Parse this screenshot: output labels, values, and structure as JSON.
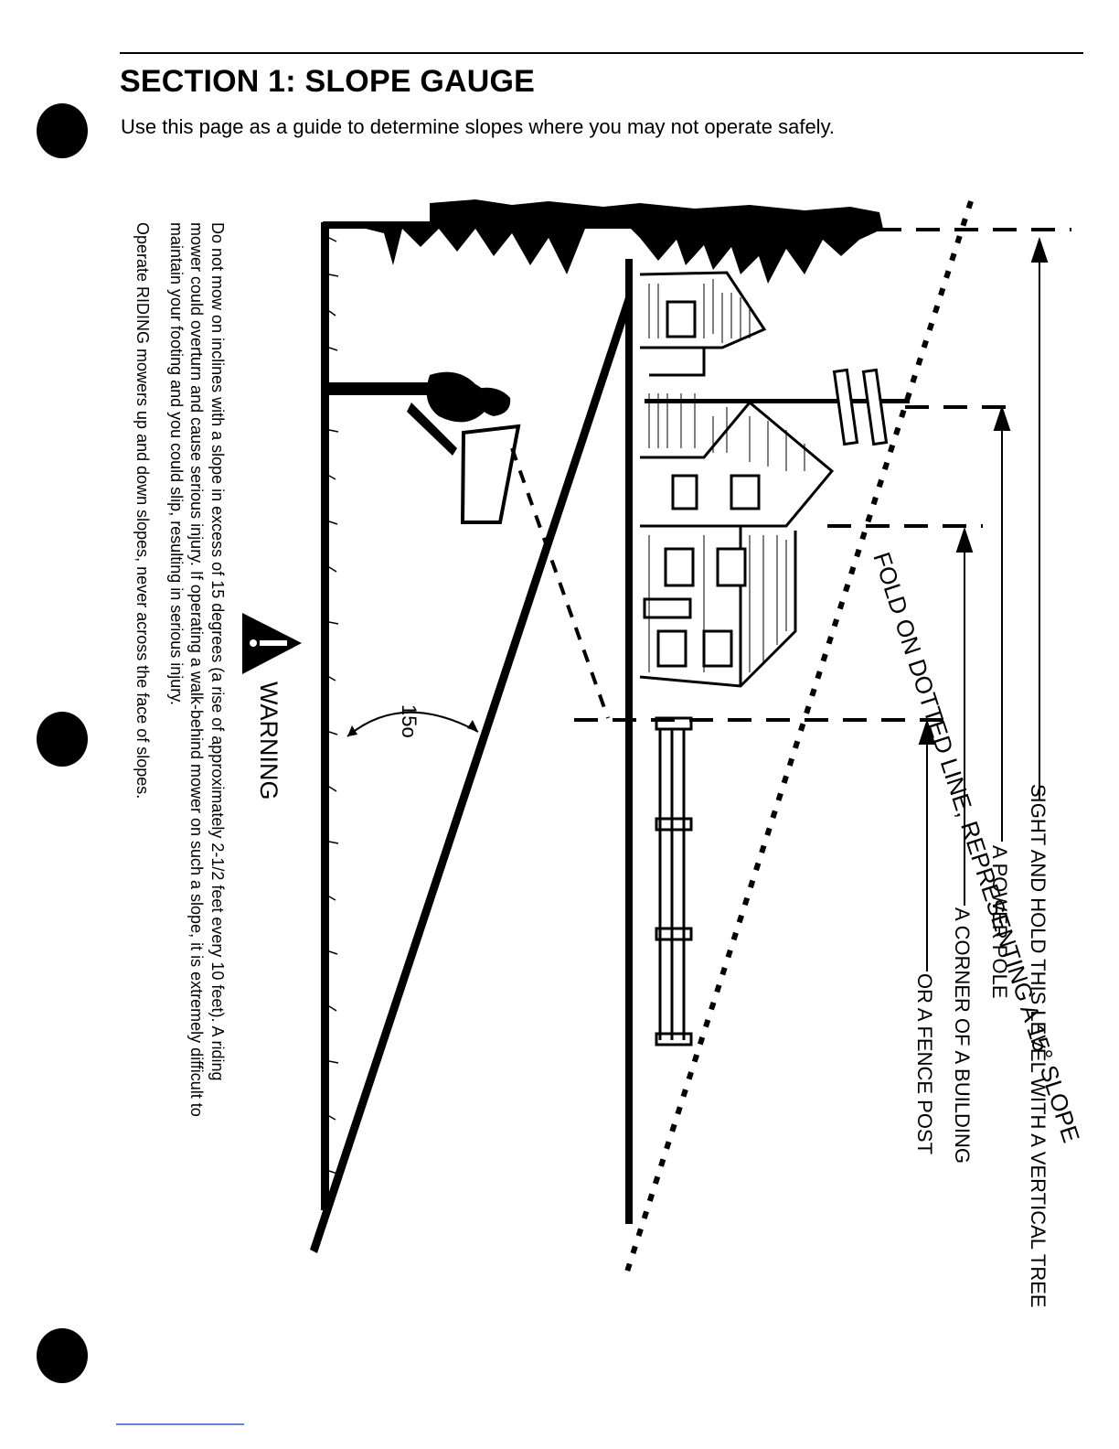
{
  "header": {
    "title": "SECTION 1:  SLOPE GAUGE",
    "subtitle": "Use this page as a guide to determine slopes where you may not operate safely."
  },
  "warning": {
    "label": "WARNING",
    "paragraph_1_line_1": "Do not mow on inclines with a slope in excess of 15 degrees (a rise of approximately 2-1/2 feet every 10 feet).  A riding",
    "paragraph_1_line_2": "mower could overturn and cause serious injury. If operating a walk-behind mower on such a slope, it is extremely difficult to",
    "paragraph_1_line_3": "maintain your footing and you could slip, resulting in serious injury.",
    "paragraph_2": "Operate RIDING mowers up and down slopes, never across the face of slopes."
  },
  "illustration": {
    "angle_label": "15o",
    "fold_label": "FOLD ON DOTTED LINE, REPRESENTING A 15° SLOPE",
    "sight_instructions": {
      "line_1": "SIGHT AND HOLD THIS LEVEL WITH A VERTICAL TREE",
      "line_2": "A POWER POLE",
      "line_3": "A CORNER OF A BUILDING",
      "line_4": "OR A FENCE POST"
    }
  }
}
